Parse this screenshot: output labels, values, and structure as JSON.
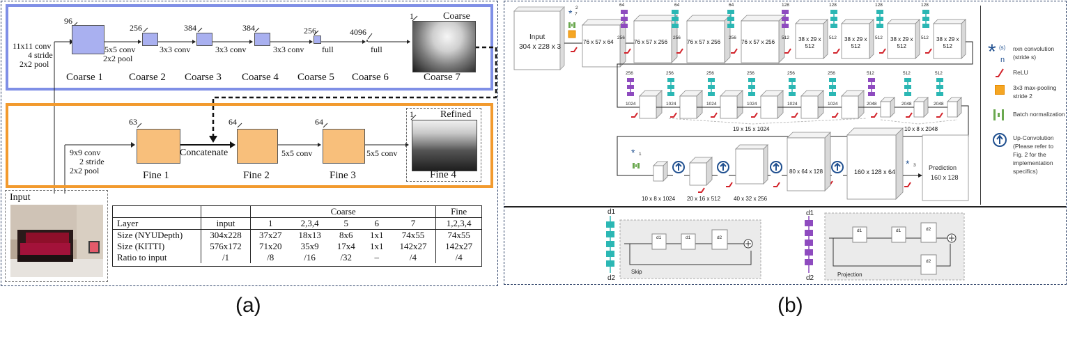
{
  "panel_a": {
    "coarse": {
      "stride_text": [
        "11x11 conv",
        "4 stride",
        "2x2 pool"
      ],
      "stages": [
        {
          "name": "Coarse 1",
          "channels": "96",
          "op": "5x5 conv",
          "op2": "2x2 pool"
        },
        {
          "name": "Coarse 2",
          "channels": "256",
          "op": "3x3 conv"
        },
        {
          "name": "Coarse 3",
          "channels": "384",
          "op": "3x3 conv"
        },
        {
          "name": "Coarse 4",
          "channels": "384",
          "op": "3x3 conv"
        },
        {
          "name": "Coarse 5",
          "channels": "256",
          "op": "full"
        },
        {
          "name": "Coarse 6",
          "channels": "4096",
          "op": "full"
        },
        {
          "name": "Coarse 7",
          "channels": "1",
          "label": "Coarse"
        }
      ]
    },
    "fine": {
      "stride_text": [
        "9x9 conv",
        "2 stride",
        "2x2 pool"
      ],
      "stages": [
        {
          "name": "Fine 1",
          "channels": "63",
          "op": "Concatenate"
        },
        {
          "name": "Fine 2",
          "channels": "64",
          "op": "5x5 conv"
        },
        {
          "name": "Fine 3",
          "channels": "64",
          "op": "5x5 conv"
        },
        {
          "name": "Fine 4",
          "channels": "1",
          "label": "Refined"
        }
      ]
    },
    "input_label": "Input",
    "table": {
      "group_headers": {
        "coarse": "Coarse",
        "fine": "Fine"
      },
      "header": [
        "Layer",
        "input",
        "1",
        "2,3,4",
        "5",
        "6",
        "7",
        "1,2,3,4"
      ],
      "rows": [
        [
          "Size (NYUDepth)",
          "304x228",
          "37x27",
          "18x13",
          "8x6",
          "1x1",
          "74x55",
          "74x55"
        ],
        [
          "Size (KITTI)",
          "576x172",
          "71x20",
          "35x9",
          "17x4",
          "1x1",
          "142x27",
          "142x27"
        ],
        [
          "Ratio to input",
          "/1",
          "/8",
          "/16",
          "/32",
          "–",
          "/4",
          "/4"
        ]
      ]
    },
    "caption": "(a)"
  },
  "panel_b": {
    "input_block": {
      "title": "Input",
      "size": "304 x 228 x 3"
    },
    "row1": [
      {
        "size": "76 x 57 x 64"
      },
      {
        "size": "76 x 57 x 256"
      },
      {
        "size": "76 x 57 x 256"
      },
      {
        "size": "76 x 57 x 256"
      },
      {
        "size": "38 x 29 x\n512"
      },
      {
        "size": "38 x 29 x\n512"
      },
      {
        "size": "38 x 29 x\n512"
      },
      {
        "size": "38 x 29 x\n512"
      }
    ],
    "row1_top_nums": [
      "64",
      "64",
      "64",
      "128",
      "128",
      "128",
      "128"
    ],
    "row1_side_nums": [
      "256",
      "256",
      "256",
      "512",
      "512",
      "512",
      "512"
    ],
    "row2_top_nums": [
      "256",
      "256",
      "256",
      "256",
      "256",
      "256",
      "512",
      "512",
      "512"
    ],
    "row2_side_nums": [
      "1024",
      "1024",
      "1024",
      "1024",
      "1024",
      "1024",
      "2048",
      "2048",
      "2048"
    ],
    "row2_labels": [
      "19 x 15 x 1024",
      "10 x 8 x 2048"
    ],
    "row3": [
      {
        "size": "10 x 8 x 1024"
      },
      {
        "size": "20 x 16 x 512"
      },
      {
        "size": "40 x 32 x 256"
      },
      {
        "size": "80 x 64 x 128"
      },
      {
        "size": "160 x 128 x 64"
      }
    ],
    "prediction": {
      "title": "Prediction",
      "size": "160 x 128"
    },
    "conv_sub": {
      "first": "7",
      "row3_first": "1",
      "row3_last": "3",
      "first_sup": "2"
    },
    "legend": [
      {
        "icon": "nxn-conv-icon",
        "text": "nxn convolution\n(stride s)"
      },
      {
        "icon": "relu-icon",
        "text": "ReLU"
      },
      {
        "icon": "maxpool-icon",
        "text": "3x3 max-pooling\nstride 2"
      },
      {
        "icon": "batchnorm-icon",
        "text": "Batch normalization"
      },
      {
        "icon": "upconv-icon",
        "text": "Up-Convolution\n(Please refer to\nFig. 2 for the\nimplementation\nspecifics)"
      }
    ],
    "legend_symbol": {
      "sub": "n",
      "sup": "(s)"
    },
    "skip_block": {
      "d1": "d1",
      "d2": "d2",
      "label": "Skip",
      "cube_labels": [
        "d1",
        "d1",
        "d2"
      ]
    },
    "projection_block": {
      "d1": "d1",
      "d2": "d2",
      "label": "Projection",
      "cube_labels": [
        "d1",
        "d1",
        "d2",
        "d2"
      ]
    },
    "caption": "(b)"
  },
  "colors": {
    "blue": "#7f8fe6",
    "orange": "#f29a2e",
    "frame": "#2b3f66",
    "teal": "#2bb7b4",
    "purple": "#8e4bbf",
    "relu": "#d2222a",
    "bn": "#6aa84f"
  }
}
